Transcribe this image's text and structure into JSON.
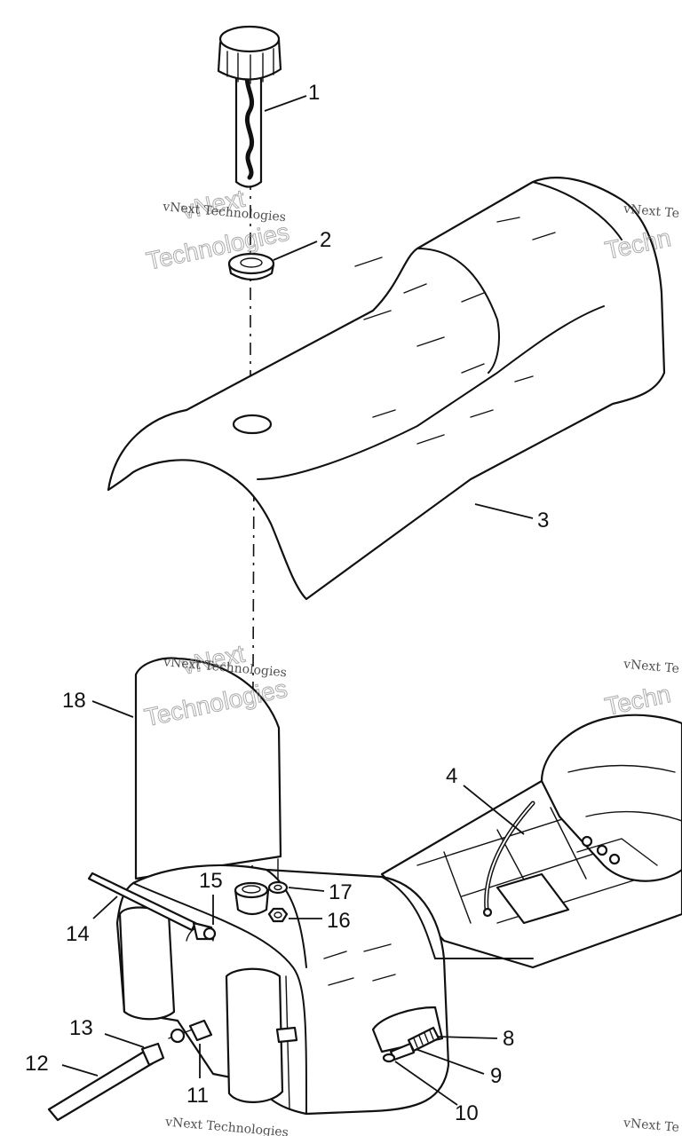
{
  "callouts": [
    "1",
    "2",
    "3",
    "4",
    "8",
    "9",
    "10",
    "11",
    "12",
    "13",
    "14",
    "15",
    "16",
    "17",
    "18"
  ],
  "watermark": {
    "line1": "vNext",
    "line2": "vNext Technologies",
    "line3": "Technologies",
    "partial_line2": "vNext Te",
    "partial_line3": "Techn",
    "bottom_left": "vNext Technologies",
    "bottom_right": "vNext Te"
  },
  "colors": {
    "ink": "#111111",
    "paper": "#ffffff",
    "watermark": "#8a8a8a"
  }
}
